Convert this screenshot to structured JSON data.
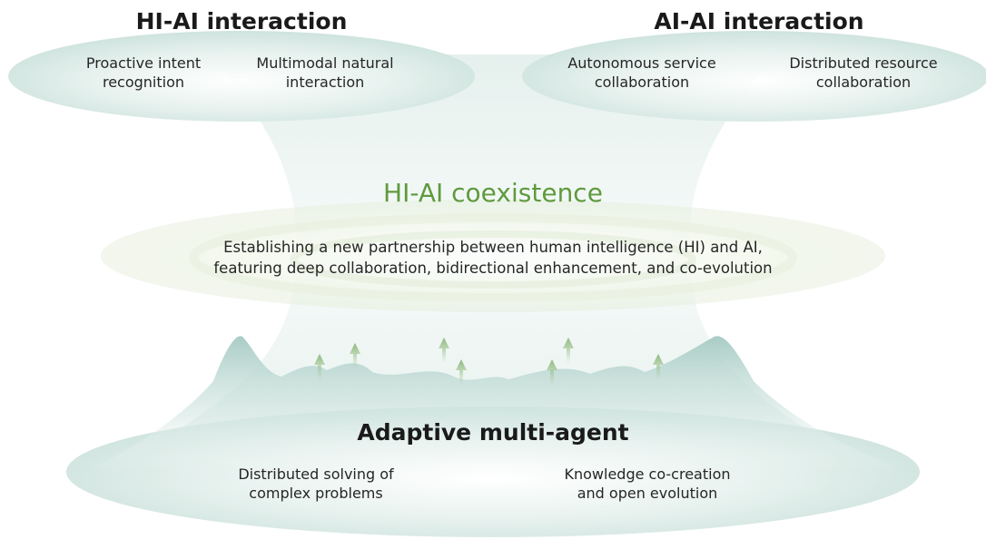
{
  "hi_ai_interaction": {
    "title": "HI-AI interaction",
    "items": [
      "Proactive intent\nrecognition",
      "Multimodal natural\ninteraction"
    ]
  },
  "ai_ai_interaction": {
    "title": "AI-AI interaction",
    "items": [
      "Autonomous service\ncollaboration",
      "Distributed resource\ncollaboration"
    ]
  },
  "coexistence": {
    "title": "HI-AI coexistence",
    "description": "Establishing a new partnership between human intelligence (HI) and AI,\nfeaturing deep collaboration, bidirectional enhancement, and co-evolution"
  },
  "multi_agent": {
    "title": "Adaptive multi-agent",
    "items": [
      "Distributed solving of\ncomplex problems",
      "Knowledge co-creation\nand open evolution"
    ]
  },
  "colors": {
    "accent_green": "#5f9a3c",
    "ellipse_teal": "#d3e6e2",
    "mountain_teal": "#b9d6d0",
    "arrow_green": "#9ec28d"
  }
}
